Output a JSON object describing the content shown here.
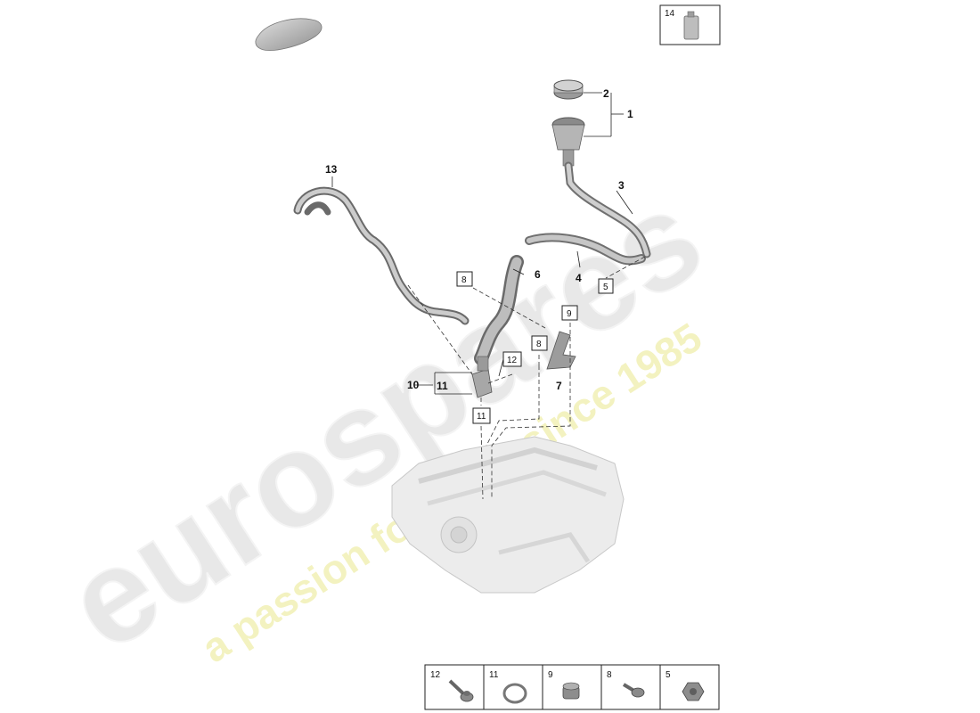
{
  "watermark": {
    "brand": "eurospares",
    "tagline": "a passion for parts since 1985",
    "brand_color": "#e6e6e6",
    "tagline_color": "#f1f0b8"
  },
  "callouts": {
    "c1": "1",
    "c2": "2",
    "c3": "3",
    "c4": "4",
    "c6": "6",
    "c7": "7",
    "c10": "10",
    "c11": "11",
    "c13": "13"
  },
  "boxed_labels": {
    "b5": "5",
    "b8a": "8",
    "b8b": "8",
    "b9": "9",
    "b11": "11",
    "b12": "12",
    "b14": "14"
  },
  "legend": {
    "items": [
      {
        "number": "12",
        "icon": "bolt-flange-icon"
      },
      {
        "number": "11",
        "icon": "seal-ring-icon"
      },
      {
        "number": "9",
        "icon": "plug-screw-icon"
      },
      {
        "number": "8",
        "icon": "bolt-icon"
      },
      {
        "number": "5",
        "icon": "nut-icon"
      }
    ]
  },
  "colors": {
    "line": "#222222",
    "part_fill": "#b9b9b9",
    "part_dark": "#7d7d7d",
    "engine_fill": "#ececec"
  }
}
